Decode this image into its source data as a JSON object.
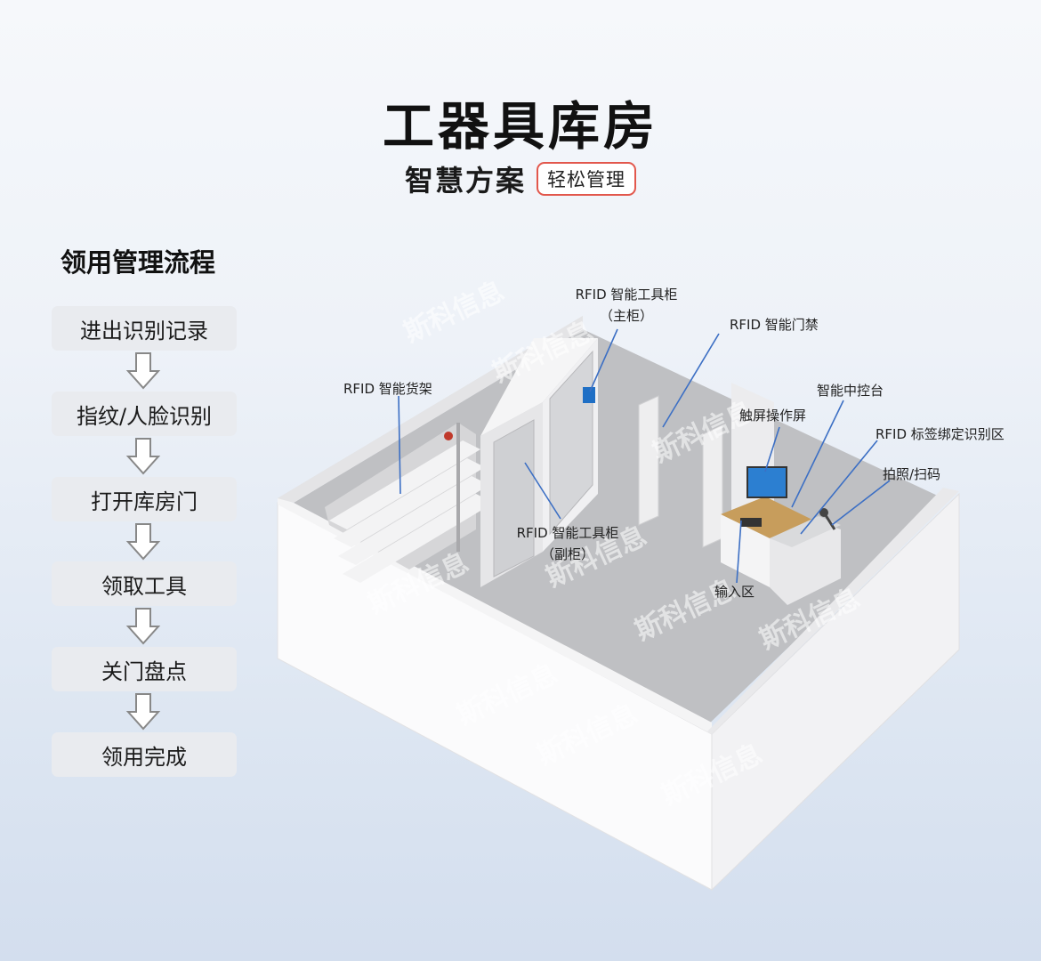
{
  "header": {
    "title": "工器具库房",
    "subtitle": "智慧方案",
    "tag": "轻松管理"
  },
  "flow": {
    "title": "领用管理流程",
    "steps": [
      "进出识别记录",
      "指纹/人脸识别",
      "打开库房门",
      "领取工具",
      "关门盘点",
      "领用完成"
    ]
  },
  "labels": {
    "main_cabinet": "RFID 智能工具柜",
    "main_cabinet_sub": "（主柜）",
    "gate": "RFID 智能门禁",
    "shelf": "RFID 智能货架",
    "console": "智能中控台",
    "touchscreen": "触屏操作屏",
    "tag_zone": "RFID 标签绑定识别区",
    "camera_scan": "拍照/扫码",
    "sub_cabinet": "RFID 智能工具柜",
    "sub_cabinet_sub": "（副柜）",
    "input_zone": "输入区"
  },
  "watermark": "斯科信息",
  "colors": {
    "tag_border": "#e2574c",
    "step_bg": "#e9ebef",
    "leader_line": "#3c6fc4"
  }
}
